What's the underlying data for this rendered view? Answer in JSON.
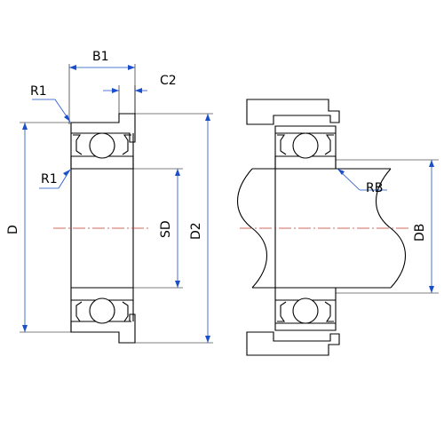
{
  "labels": {
    "b1": "B1",
    "c2": "C2",
    "r1_top": "R1",
    "r1_inner": "R1",
    "d": "D",
    "sd": "SD",
    "d2": "D2",
    "rb": "RB",
    "db": "DB"
  }
}
